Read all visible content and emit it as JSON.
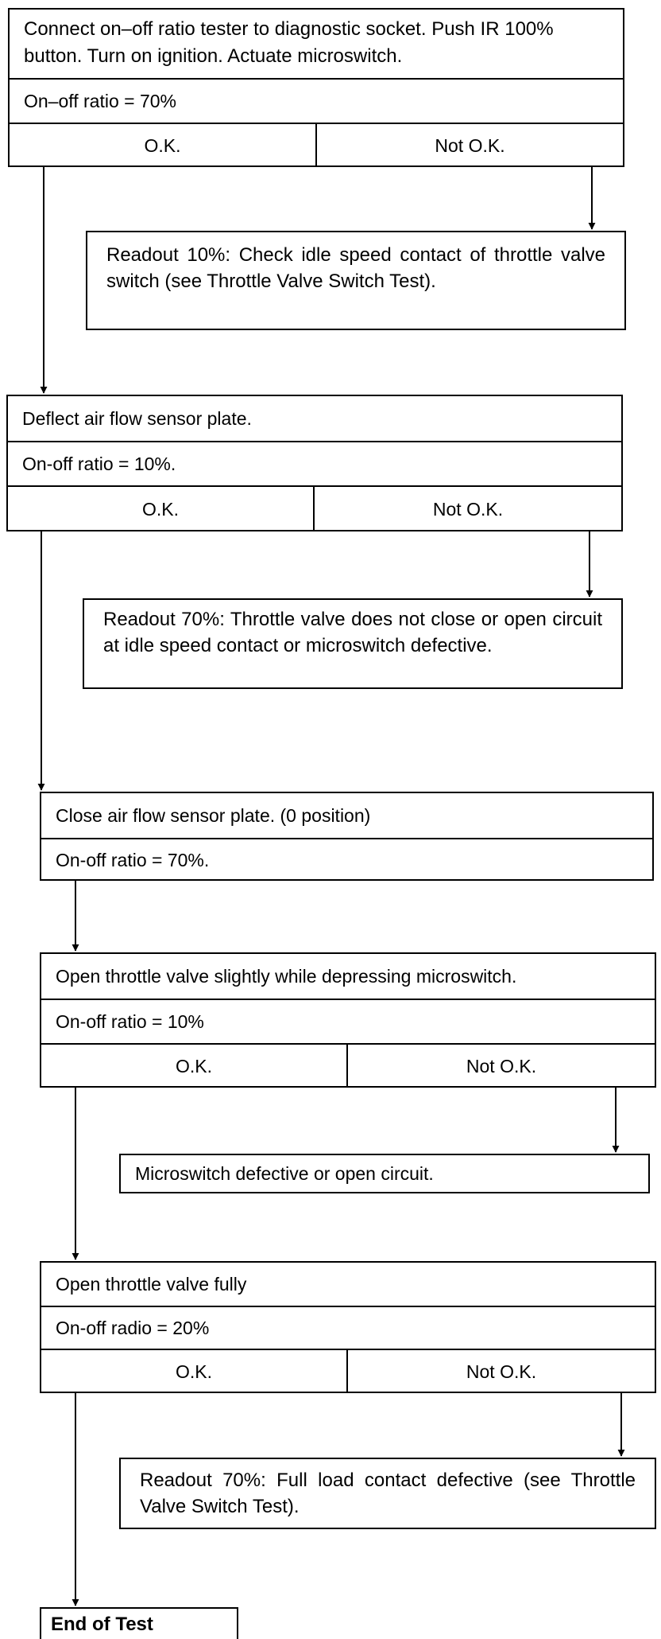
{
  "step1": {
    "instruction": "Connect on–off ratio tester to diagnostic socket. Push IR 100% button.  Turn on ignition.  Actuate microswitch.",
    "condition": "On–off ratio  =  70%",
    "ok_label": "O.K.",
    "not_ok_label": "Not O.K."
  },
  "note1": {
    "text": "Readout 10%:  Check idle speed contact of throttle valve switch (see Throttle Valve Switch Test)."
  },
  "step2": {
    "instruction": "Deflect air flow sensor plate.",
    "condition": "On-off ratio  =  10%.",
    "ok_label": "O.K.",
    "not_ok_label": "Not O.K."
  },
  "note2": {
    "text": "Readout 70%:  Throttle valve does not close or open circuit at idle speed contact or microswitch defective."
  },
  "step3": {
    "instruction": "Close air flow sensor plate. (0 position)",
    "condition": "On-off ratio  =  70%."
  },
  "step4": {
    "instruction": "Open throttle valve slightly while depressing microswitch.",
    "condition": "On-off ratio  =  10%",
    "ok_label": "O.K.",
    "not_ok_label": "Not O.K."
  },
  "note4": {
    "text": "Microswitch defective or open circuit."
  },
  "step5": {
    "instruction": "Open throttle valve fully",
    "condition": "On-off radio  =  20%",
    "ok_label": "O.K.",
    "not_ok_label": "Not O.K."
  },
  "note5": {
    "text": "Readout 70%:  Full load contact defective (see Throttle Valve Switch Test)."
  },
  "end": {
    "label": "End of Test"
  }
}
